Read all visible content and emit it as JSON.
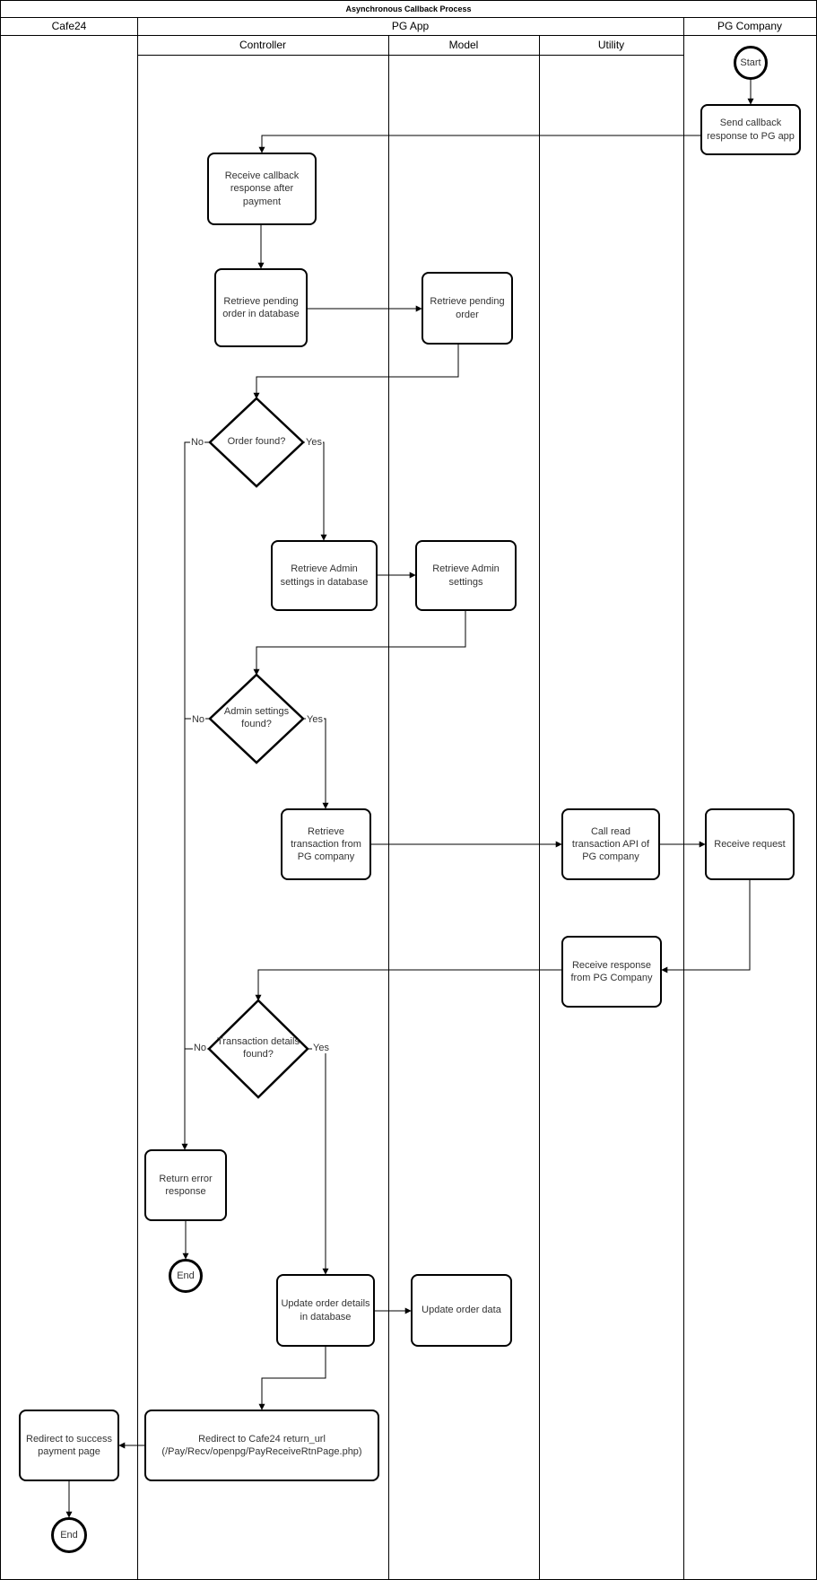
{
  "title": "Asynchronous Callback Process",
  "lanes": {
    "cafe24": "Cafe24",
    "pg_app": "PG App",
    "pg_company": "PG Company",
    "sublanes": [
      "Controller",
      "Model",
      "Utility"
    ]
  },
  "nodes": {
    "start": {
      "label": "Start"
    },
    "send_callback": {
      "label": "Send callback response to PG app"
    },
    "receive_callback": {
      "label": "Receive callback response after payment"
    },
    "retrieve_pending_db": {
      "label": "Retrieve pending order in database"
    },
    "retrieve_pending": {
      "label": "Retrieve pending order"
    },
    "order_found": {
      "label": "Order found?"
    },
    "retrieve_admin_db": {
      "label": "Retrieve Admin settings in database"
    },
    "retrieve_admin": {
      "label": "Retrieve Admin settings"
    },
    "admin_found": {
      "label": "Admin settings found?"
    },
    "retrieve_txn": {
      "label": "Retrieve transaction from PG company"
    },
    "call_read_api": {
      "label": "Call read transaction API of PG company"
    },
    "receive_request": {
      "label": "Receive request"
    },
    "receive_response": {
      "label": "Receive response from PG Company"
    },
    "txn_found": {
      "label": "Transaction details found?"
    },
    "return_error": {
      "label": "Return error response"
    },
    "end_error": {
      "label": "End"
    },
    "update_order_db": {
      "label": "Update order details in database"
    },
    "update_order": {
      "label": "Update order data"
    },
    "redirect_cafe24": {
      "label": "Redirect to Cafe24 return_url (/Pay/Recv/openpg/PayReceiveRtnPage.php)"
    },
    "redirect_success": {
      "label": "Redirect to success payment page"
    },
    "end_success": {
      "label": "End"
    }
  },
  "edge_labels": {
    "yes": "Yes",
    "no": "No"
  },
  "colors": {
    "stroke": "#000000",
    "text": "#333333",
    "background": "#ffffff"
  }
}
